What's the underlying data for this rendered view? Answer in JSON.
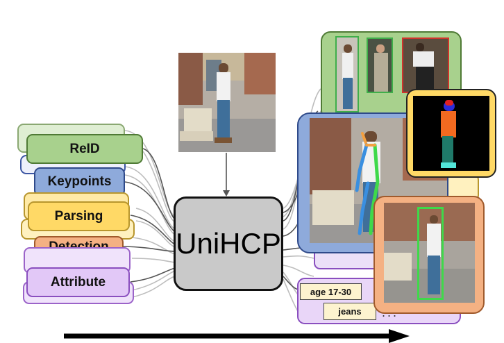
{
  "tasks": {
    "reid": "ReID",
    "keypoints": "Keypoints",
    "parsing": "Parsing",
    "detection": "Detection",
    "attribute": "Attribute"
  },
  "model": {
    "name": "UniHCP"
  },
  "attribute_tags": {
    "age": "age 17-30",
    "clothing": "jeans",
    "more": "..."
  },
  "colors": {
    "reid": "#a8d18d",
    "keypoints": "#8eaadb",
    "parsing": "#ffd966",
    "detection": "#f4b183",
    "attribute": "#e2c8f7"
  }
}
